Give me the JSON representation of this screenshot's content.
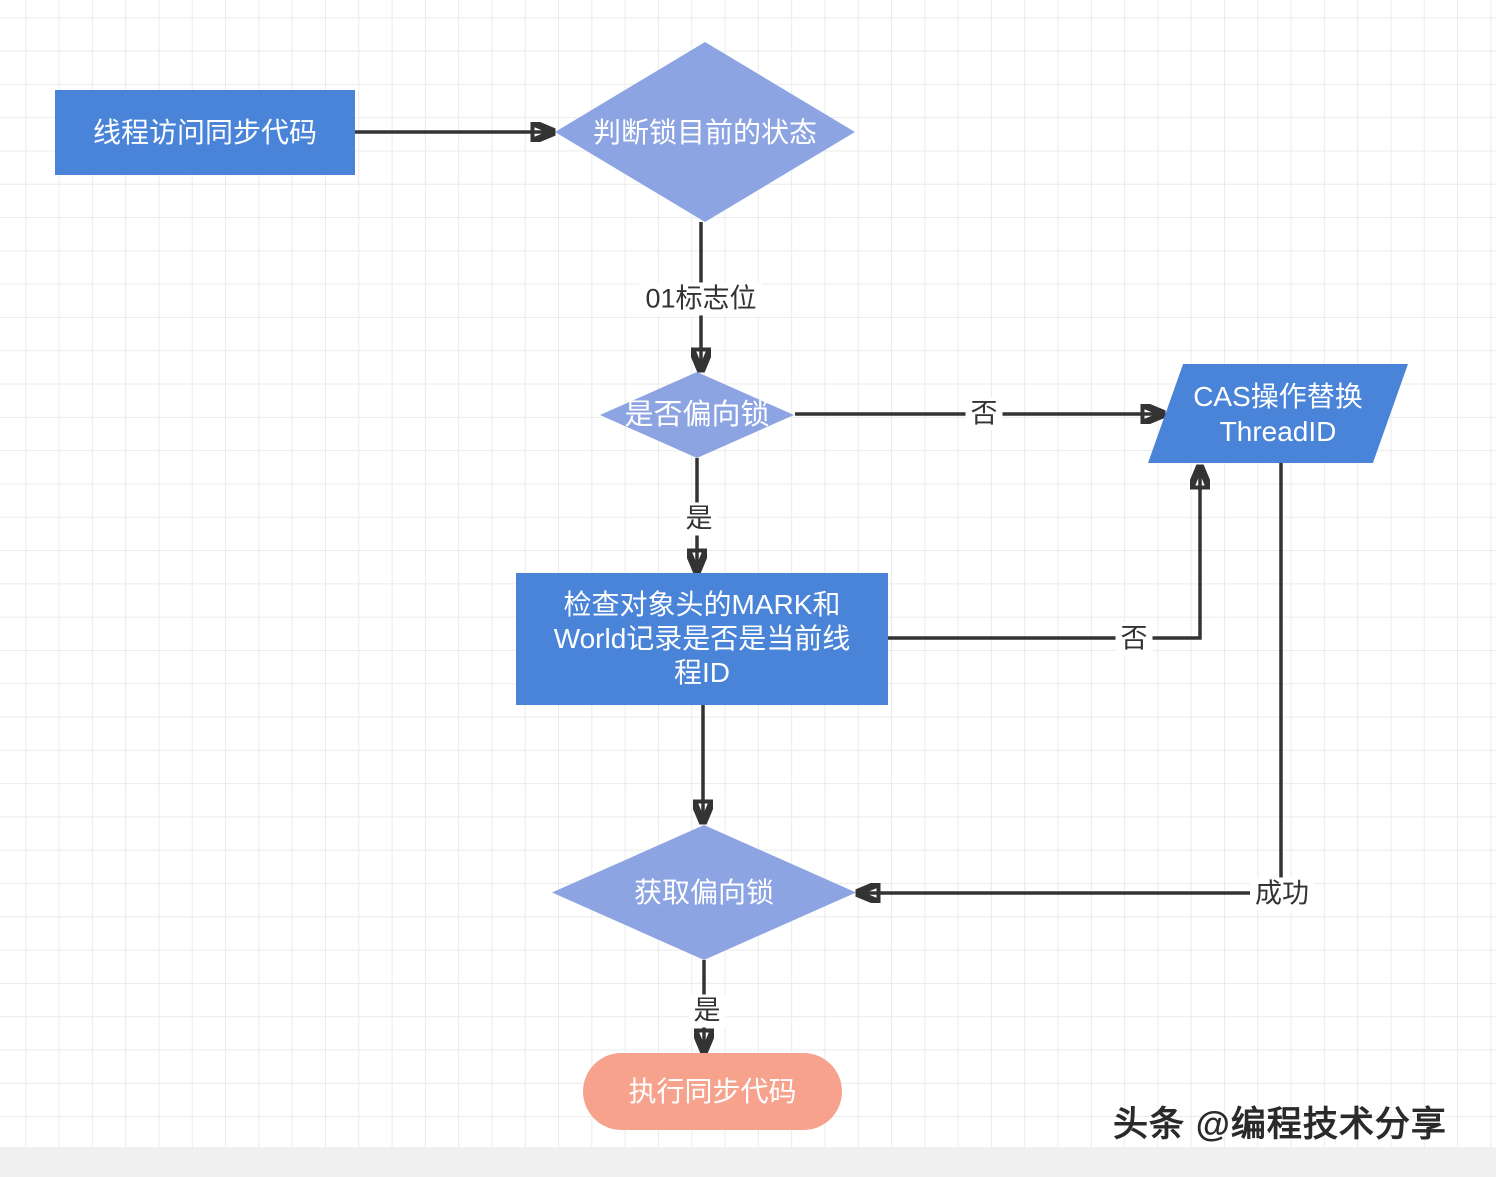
{
  "diagram": {
    "title_hint": "biased-lock acquisition flowchart",
    "colors": {
      "process_fill": "#4a84d8",
      "decision_fill": "#8da4e2",
      "terminal_fill": "#f6a28d",
      "io_fill": "#4a84d8",
      "connector": "#333333",
      "grid_line": "#ebebeb",
      "footer_bar": "#f0f0f1"
    },
    "nodes": {
      "start": {
        "type": "process",
        "label": "线程访问同步代码"
      },
      "judge_state": {
        "type": "decision",
        "label": "判断锁目前的状态"
      },
      "is_biased": {
        "type": "decision",
        "label": "是否偏向锁"
      },
      "cas_replace": {
        "type": "io",
        "lines": [
          "CAS操作替换",
          "ThreadID"
        ]
      },
      "check_mark": {
        "type": "process",
        "lines": [
          "检查对象头的MARK和",
          "World记录是否是当前线",
          "程ID"
        ]
      },
      "acquire_biased": {
        "type": "decision",
        "label": "获取偏向锁"
      },
      "execute_sync": {
        "type": "terminal",
        "label": "执行同步代码"
      }
    },
    "edge_labels": {
      "flag_01": "01标志位",
      "yes_from_is_biased": "是",
      "no_from_is_biased": "否",
      "no_from_check": "否",
      "success_from_cas": "成功",
      "yes_from_acquire": "是"
    },
    "watermark": "头条 @编程技术分享"
  }
}
